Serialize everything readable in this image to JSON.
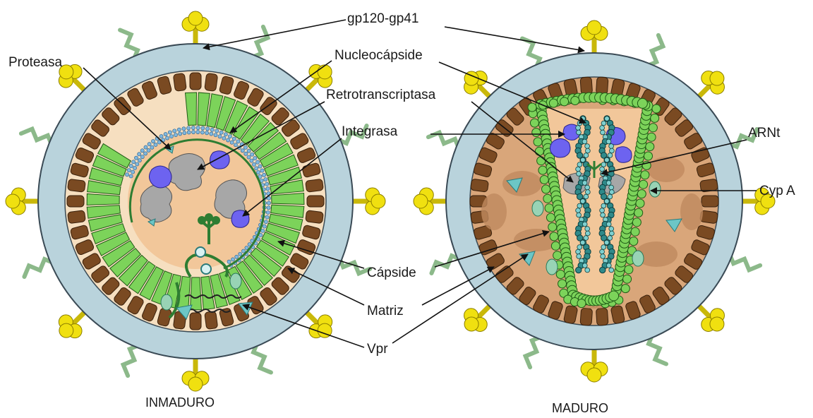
{
  "labels": {
    "gp120": "gp120-gp41",
    "proteasa": "Proteasa",
    "nucleocapside": "Nucleocápside",
    "retro": "Retrotranscriptasa",
    "integrasa": "Integrasa",
    "arnt": "ARNt",
    "cypa": "Cyp A",
    "capside": "Cápside",
    "matriz": "Matriz",
    "vpr": "Vpr"
  },
  "captions": {
    "left": "INMADURO",
    "right": "MADURO"
  },
  "colors": {
    "envelope": "#b9d3dc",
    "matrix": "#7a4a22",
    "capsid": "#7cd35a",
    "core": "#f2c79a",
    "spike": "#f0e010",
    "stalk": "#8cb98a",
    "enzyme": "#6d63f0",
    "protease": "#a7a7a7",
    "vpr": "#6cc6c6"
  }
}
